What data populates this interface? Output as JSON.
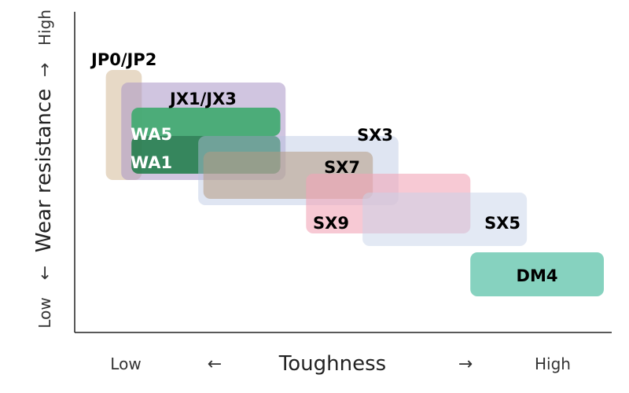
{
  "chart_data": {
    "type": "positioning-map",
    "x_axis": {
      "title": "Toughness",
      "low_label": "Low",
      "high_label": "High",
      "arrow_left": "←",
      "arrow_right": "→"
    },
    "y_axis": {
      "title": "Wear resistance",
      "low_label": "Low",
      "high_label": "High",
      "arrow_up": "→",
      "arrow_down": "←"
    },
    "xlim": [
      0,
      100
    ],
    "ylim": [
      0,
      100
    ],
    "grades": [
      {
        "name": "JP0/JP2",
        "toughness": [
          3,
          10
        ],
        "wear": [
          49,
          84
        ],
        "color": "#c9ab80",
        "opacity": 0.45,
        "label_color": "#000000"
      },
      {
        "name": "JX1/JX3",
        "toughness": [
          6,
          38
        ],
        "wear": [
          49,
          80
        ],
        "color": "#a995c7",
        "opacity": 0.55,
        "label_color": "#000000"
      },
      {
        "name": "WA5",
        "toughness": [
          8,
          37
        ],
        "wear": [
          63,
          72
        ],
        "color": "#45ab73",
        "opacity": 0.95,
        "label_color": "#ffffff"
      },
      {
        "name": "WA1",
        "toughness": [
          8,
          37
        ],
        "wear": [
          51,
          63
        ],
        "color": "#1b7a45",
        "opacity": 0.85,
        "label_color": "#ffffff"
      },
      {
        "name": "SX3",
        "toughness": [
          21,
          60
        ],
        "wear": [
          41,
          63
        ],
        "color": "#b8c5e3",
        "opacity": 0.45,
        "label_color": "#000000"
      },
      {
        "name": "SX7",
        "toughness": [
          22,
          55
        ],
        "wear": [
          43,
          58
        ],
        "color": "#b59a82",
        "opacity": 0.55,
        "label_color": "#000000"
      },
      {
        "name": "SX9",
        "toughness": [
          42,
          74
        ],
        "wear": [
          32,
          51
        ],
        "color": "#f2a5b8",
        "opacity": 0.6,
        "label_color": "#000000"
      },
      {
        "name": "SX5",
        "toughness": [
          53,
          85
        ],
        "wear": [
          28,
          45
        ],
        "color": "#c8d3ea",
        "opacity": 0.5,
        "label_color": "#000000"
      },
      {
        "name": "DM4",
        "toughness": [
          74,
          100
        ],
        "wear": [
          12,
          26
        ],
        "color": "#5dc3a9",
        "opacity": 0.75,
        "label_color": "#000000"
      }
    ]
  }
}
